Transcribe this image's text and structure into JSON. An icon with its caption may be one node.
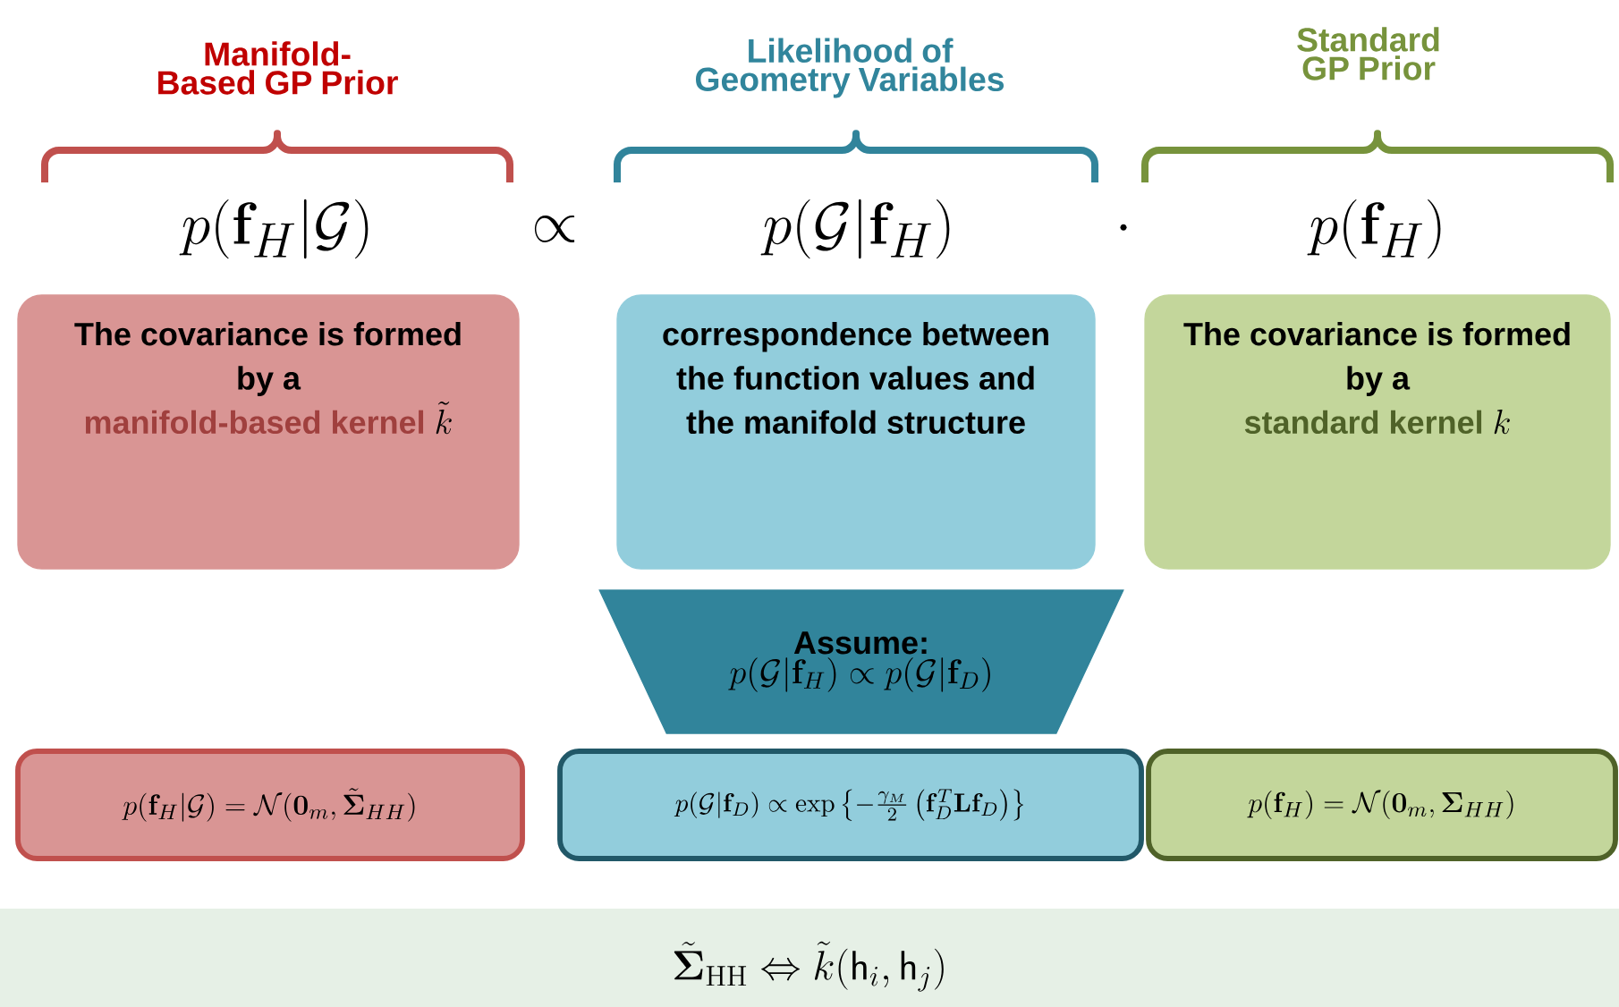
{
  "diagram": {
    "nodes": [
      {
        "text": [
          "The covariance is formed by a",
          "manifold-based kernel",
          "\\tilde{k}"
        ]
      },
      {
        "text": [
          "correspondence between the function values and the manifold structure"
        ]
      },
      {
        "text": [
          "The covariance is formed by a",
          "standard kernel",
          "k"
        ]
      },
      {
        "text": [
          "Assume:",
          "p(\\mathcal{G}|\\mathbf{f}_H) \\propto p(\\mathcal{G}|\\mathbf{f}_D)"
        ]
      },
      {
        "text": [
          "p(\\mathbf{f}_H|\\mathcal{G}) = \\mathcal{N}(\\mathbf{0}_m, \\tilde{\\mathbf{\\Sigma}}_{HH})"
        ]
      },
      {
        "text": [
          "p(\\mathcal{G}|\\mathbf{f}_D) \\propto \\exp\\left\\{-\\frac{\\gamma_M}{2}\\left(\\mathbf{f}_D^T\\mathbf{L}\\mathbf{f}_D\\right)\\right\\}"
        ]
      },
      {
        "text": [
          "p(\\mathbf{f}_H) = \\mathcal{N}(\\mathbf{0}_m, \\mathbf{\\Sigma}_{HH})"
        ]
      },
      {
        "text": [
          "\\tilde{\\mathbf{\\Sigma}}_{\\mathrm{HH}} \\Leftrightarrow \\tilde{k}(\\mathsf{h}_i, \\mathsf{h}_j)"
        ]
      }
    ],
    "labels": [
      "Manifold-Based GP Prior",
      "Likelihood of Geometry Variables",
      "Standard GP Prior",
      "p(\\mathbf{f}_H|\\mathcal{G})",
      "\\propto",
      "p(\\mathcal{G}|\\mathbf{f}_H)",
      "\\cdot",
      "p(\\mathbf{f}_H)"
    ]
  }
}
